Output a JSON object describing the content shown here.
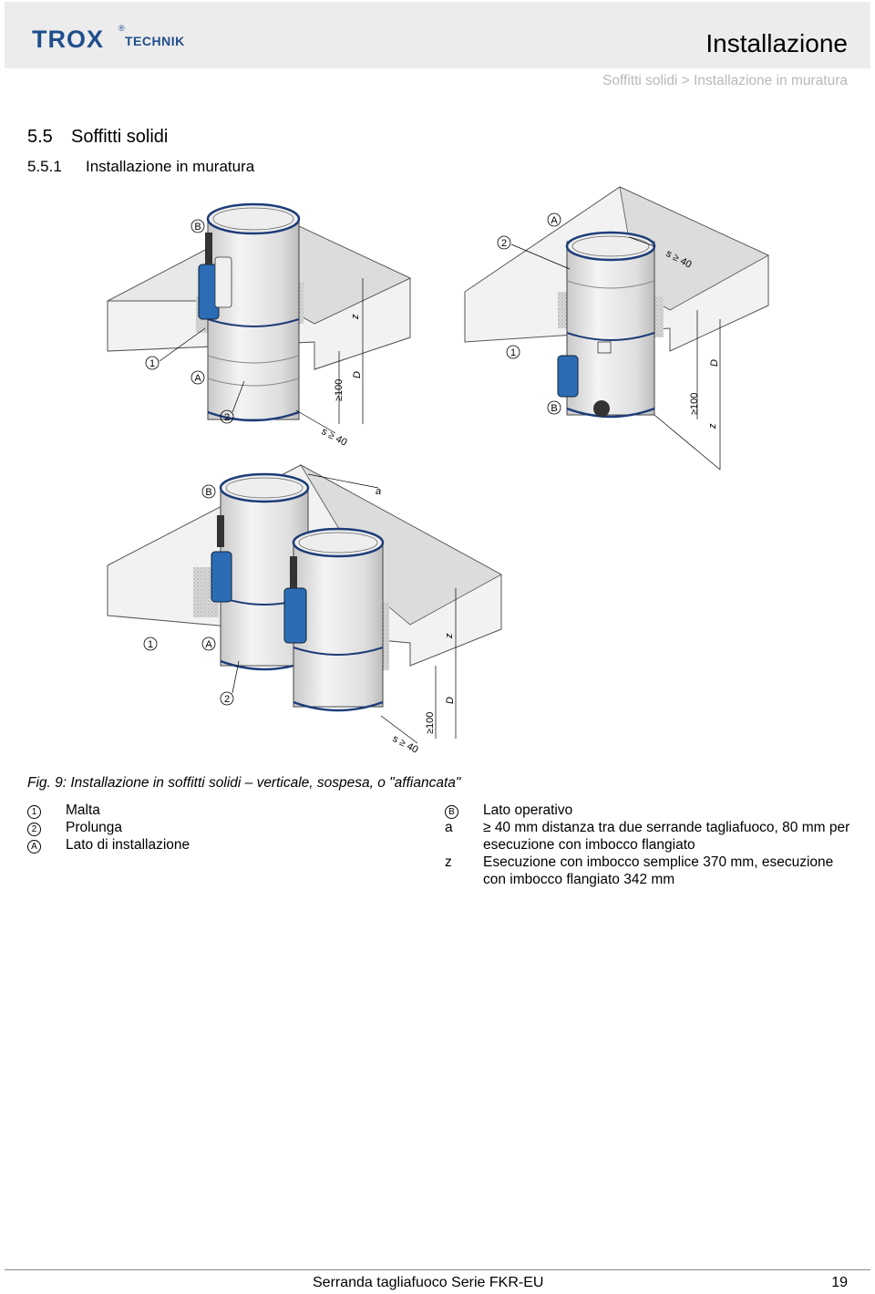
{
  "header": {
    "logo_main": "TROX",
    "logo_reg": "®",
    "logo_sub": "TECHNIK",
    "title": "Installazione",
    "breadcrumb": "Soffitti solidi > Installazione in muratura"
  },
  "section": {
    "number": "5.5",
    "title": "Soffitti solidi",
    "sub_number": "5.5.1",
    "sub_title": "Installazione in muratura"
  },
  "figure": {
    "labels": {
      "one": "1",
      "two": "2",
      "A": "A",
      "B": "B",
      "s40": "s ≥ 40",
      "ge100": "≥100",
      "D": "D",
      "z": "z",
      "a": "a"
    },
    "caption": "Fig. 9: Installazione in soffitti solidi – verticale, sospesa, o \"affiancata\""
  },
  "legend": {
    "left": [
      {
        "key": "1",
        "text": "Malta"
      },
      {
        "key": "2",
        "text": "Prolunga"
      },
      {
        "key": "A",
        "text": "Lato di installazione"
      }
    ],
    "right": [
      {
        "key": "B",
        "text": "Lato operativo"
      },
      {
        "key": "a",
        "text": "≥ 40 mm distanza tra due serrande tagliafuoco, 80 mm per esecuzione con imbocco flangiato"
      },
      {
        "key": "z",
        "text": "Esecuzione con imbocco semplice 370 mm, esecuzione con imbocco flangiato 342 mm"
      }
    ]
  },
  "footer": {
    "title": "Serranda tagliafuoco Serie FKR-EU",
    "page": "19"
  },
  "colors": {
    "logo": "#1f4e8c",
    "actuator": "#2b6cb5",
    "header_bg": "#ececec",
    "breadcrumb": "#b9b9b9"
  }
}
